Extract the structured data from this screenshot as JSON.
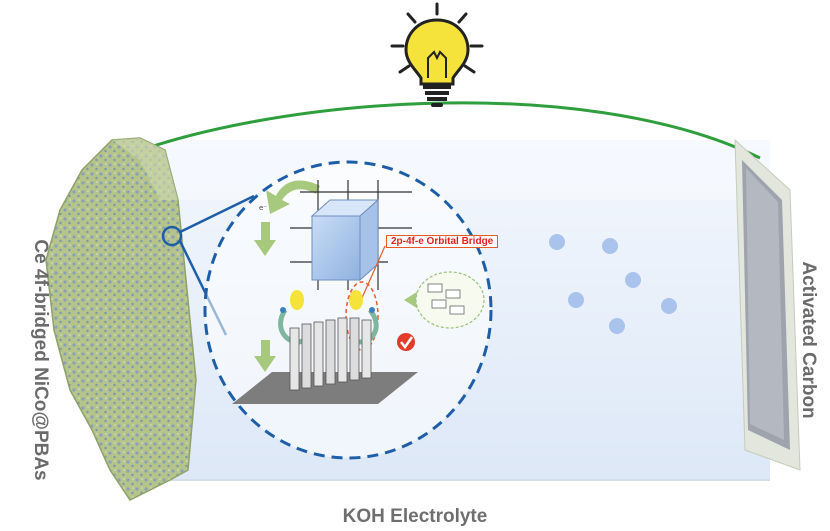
{
  "labels": {
    "anode": "Ce 4f-bridged NiCo@PBAs",
    "cathode": "Activated Carbon",
    "electrolyte": "KOH Electrolyte",
    "bridge": "2p-4f-e Orbital Bridge",
    "electron": "e⁻"
  },
  "colors": {
    "circuit_wire": "#2f9e3c",
    "bulb": "#f5e23a",
    "electrolyte_fill": "#e9f1fb",
    "zoom_circle": "#1e5ea8",
    "ions": "#a9c3ec",
    "bridge_text": "#e02020"
  },
  "icons": [
    "light-bulb-icon",
    "checkmark-icon",
    "electron-arrow-icon"
  ]
}
